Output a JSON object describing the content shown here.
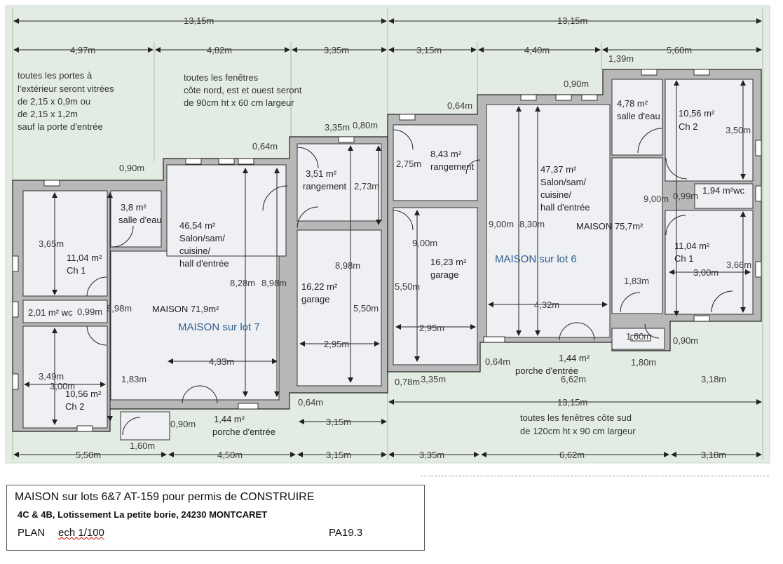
{
  "dims": {
    "total_left": "13,15m",
    "total_right": "13,15m",
    "top_segments": [
      "4,97m",
      "4,82m",
      "3,35m",
      "3,15m",
      "4,40m",
      "5,60m"
    ],
    "small_139": "1,39m",
    "d_090_top_right": "0,90m",
    "d_064_right": "0,64m",
    "d_335_mid": "3,35m",
    "d_080_mid": "0,80m",
    "d_064_left": "0,64m",
    "d_090_left": "0,90m",
    "lot7_inner": [
      "3,65m",
      "3,49m",
      "3,00m",
      "8,98m",
      "8,28m",
      "8,98m",
      "4,33m",
      "1,83m",
      "2,73m",
      "8,98m",
      "5,50m",
      "2,95m"
    ],
    "lot6_inner": [
      "2,75m",
      "9,00m",
      "5,50m",
      "2,95m",
      "9,00m",
      "8,30m",
      "4,32m",
      "3,50m",
      "9,00m",
      "0,99m",
      "3,66m",
      "3,00m",
      "1,83m",
      "1,60m",
      "0,90m",
      "1,80m"
    ],
    "lot7_small_b": "0,99m",
    "lot7_bottom_064": "0,64m",
    "lot7_bottom_090": "0,90m",
    "lot7_bottom_160": "1,60m",
    "lot7_bottom_315": "3,15m",
    "lot6_bottom_064": "0,64m",
    "lot6_bottom_078": "0,78m",
    "lot6_bottom_335": "3,35m",
    "lot6_bottom_662": "6,62m",
    "lot6_bottom_318": "3,18m",
    "lot6_total_1315": "13,15m",
    "bottom_row": [
      "5,50m",
      "4,50m",
      "3,15m",
      "3,35m",
      "6,62m",
      "3,18m"
    ]
  },
  "notes": {
    "doors": [
      "toutes les portes à",
      "l'extérieur seront vitrées",
      "de 2,15 x 0,9m ou",
      "de 2,15 x 1,2m",
      "sauf la porte d'entrée"
    ],
    "windows_north": [
      "toutes les fenêtres",
      "côte nord, est et ouest seront",
      "de 90cm ht x 60 cm largeur"
    ],
    "windows_south": [
      "toutes les fenêtres côte sud",
      "de 120cm ht x 90 cm largeur"
    ]
  },
  "lot7": {
    "house_label": "MAISON sur lot 7",
    "total_label": "MAISON 71,9m²",
    "ch1": [
      "11,04 m²",
      "Ch 1"
    ],
    "wc": "2,01 m² wc",
    "ch2": [
      "10,56 m²",
      "Ch 2"
    ],
    "salle_eau": [
      "3,8 m²",
      "salle d'eau"
    ],
    "salon": [
      "46,54 m²",
      "Salon/sam/",
      "cuisine/",
      "hall d'entrée"
    ],
    "rangement": [
      "3,51 m²",
      "rangement"
    ],
    "garage": [
      "16,22 m²",
      "garage"
    ],
    "porche": [
      "1,44 m²",
      "porche d'entrée"
    ]
  },
  "lot6": {
    "house_label": "MAISON sur lot 6",
    "total_label": "MAISON 75,7m²",
    "rangement": [
      "8,43 m²",
      "rangement"
    ],
    "garage": [
      "16,23 m²",
      "garage"
    ],
    "salon": [
      "47,37 m²",
      "Salon/sam/",
      "cuisine/",
      "hall d'entrée"
    ],
    "salle_eau": [
      "4,78 m²",
      "salle d'eau"
    ],
    "ch2": [
      "10,56 m²",
      "Ch 2"
    ],
    "wc": "1,94 m²wc",
    "ch1": [
      "11,04 m²",
      "Ch 1"
    ],
    "porche": [
      "1,44 m²",
      "porche d'entrée"
    ]
  },
  "titleblock": {
    "line1": "MAISON sur lots 6&7  AT-159  pour permis de CONSTRUIRE",
    "line2": "4C & 4B, Lotissement  La petite borie, 24230 MONTCARET",
    "plan": "PLAN",
    "scale": "ech 1/100",
    "ref": "PA19.3"
  },
  "colors": {
    "background": "#e3ece3",
    "wall": "#b4b4b4",
    "floor": "#eef0f3",
    "line": "#222222",
    "house_label": "#2f5f8f"
  }
}
